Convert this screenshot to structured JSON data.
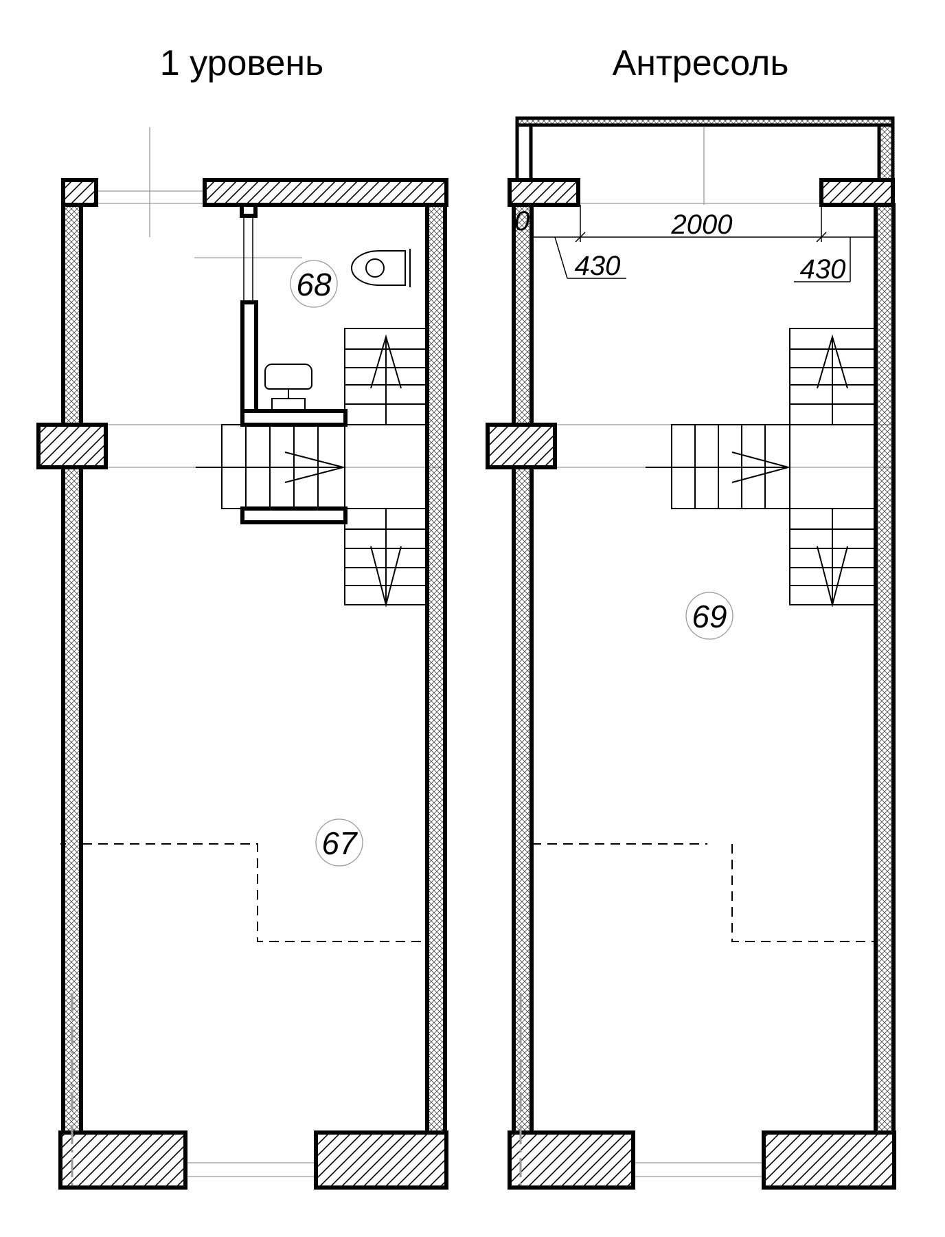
{
  "plans": {
    "left": {
      "title": "1 уровень",
      "rooms": [
        "68",
        "67"
      ]
    },
    "right": {
      "title": "Антресоль",
      "rooms": [
        "69"
      ]
    }
  },
  "dimensions": {
    "center": "2000",
    "left_offset": "430",
    "right_offset": "430",
    "edge_fragment": "0"
  },
  "colors": {
    "line": "#000000",
    "thin_line": "#9a9a9a",
    "background": "#ffffff"
  }
}
